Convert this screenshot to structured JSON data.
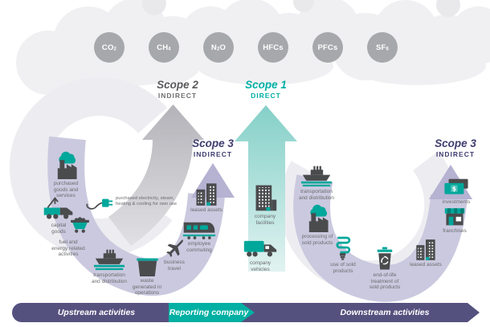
{
  "gases": [
    {
      "pre": "CO",
      "sub": "2",
      "post": ""
    },
    {
      "pre": "CH",
      "sub": "4",
      "post": ""
    },
    {
      "pre": "N",
      "sub": "2",
      "post": "O"
    },
    {
      "pre": "HFCs",
      "sub": "",
      "post": ""
    },
    {
      "pre": "PFCs",
      "sub": "",
      "post": ""
    },
    {
      "pre": "SF",
      "sub": "6",
      "post": ""
    }
  ],
  "scopes": {
    "scope2": {
      "title": "Scope 2",
      "subtitle": "INDIRECT"
    },
    "scope1": {
      "title": "Scope 1",
      "subtitle": "DIRECT"
    },
    "scope3_upstream": {
      "title": "Scope 3",
      "subtitle": "INDIRECT"
    },
    "scope3_downstream": {
      "title": "Scope 3",
      "subtitle": "INDIRECT"
    }
  },
  "upstream": {
    "purchased_goods": "purchased\ngoods and\nservices",
    "purchased_electricity": "purchased electricity, steam,\nheating & cooling for own use",
    "capital_goods": "capital\ngoods",
    "fuel_energy": "fuel and\nenergy related\nactivities",
    "transportation": "transportation\nand distribution",
    "waste": "waste\ngenerated in\noperations",
    "business_travel": "business\ntravel",
    "employee_commuting": "employee\ncommuting",
    "leased_assets": "leased assets"
  },
  "reporting": {
    "company_facilities": "company\nfacilities",
    "company_vehicles": "company\nvehicles"
  },
  "downstream": {
    "transportation": "transportation\nand distribution",
    "processing": "processing of\nsold products",
    "use_of_sold": "use of sold\nproducts",
    "end_of_life": "end-of-life\ntreatment of\nsold products",
    "leased_assets": "leased assets",
    "franchises": "franchises",
    "investments": "investments"
  },
  "footer": {
    "upstream": "Upstream activities",
    "reporting": "Reporting company",
    "downstream": "Downstream activities"
  },
  "colors": {
    "teal_icon": "#00a79b",
    "teal_text": "#00afa4",
    "dark_icon": "#4a4b4d",
    "navy_text": "#403d6e",
    "gray_text": "#58595b",
    "label_gray": "#6b6c6f",
    "gas_circle_gray": "#a6a8ab",
    "cloud_gray": "#f0f0f2",
    "lavender_band": "#cbc9df",
    "lavender_arrow": "#b5b2d2",
    "scope2_arrow_gray": "#b3b3b9",
    "scope1_arrow_teal": "#84d0c8",
    "bar_purple": "#55517f",
    "bar_teal": "#00b0a3"
  }
}
